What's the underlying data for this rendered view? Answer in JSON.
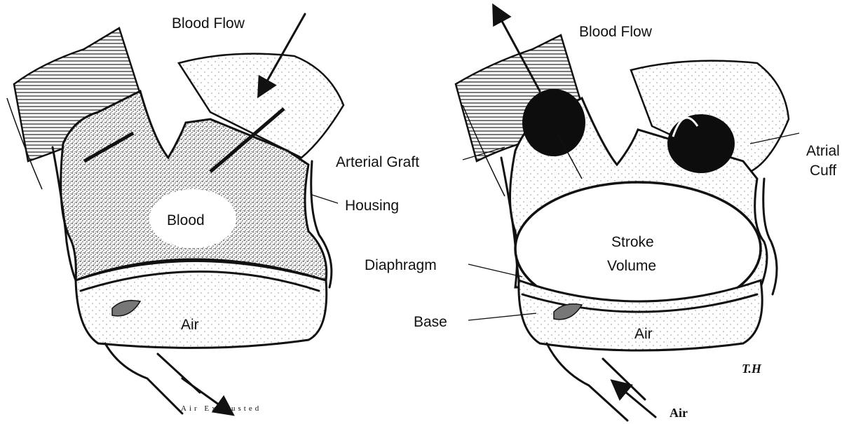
{
  "left_diagram": {
    "blood_flow": "Blood Flow",
    "blood": "Blood",
    "air": "Air",
    "housing": "Housing",
    "air_exhausted": "Air Exhausted"
  },
  "right_diagram": {
    "blood_flow": "Blood Flow",
    "arterial_graft": "Arterial Graft",
    "atrial_cuff_line1": "Atrial",
    "atrial_cuff_line2": "Cuff",
    "stroke_volume_line1": "Stroke",
    "stroke_volume_line2": "Volume",
    "diaphragm": "Diaphragm",
    "base": "Base",
    "air": "Air",
    "air_in": "Air",
    "signature": "T.H"
  },
  "colors": {
    "ink": "#111111",
    "stipple": "#555555",
    "background": "#ffffff"
  }
}
